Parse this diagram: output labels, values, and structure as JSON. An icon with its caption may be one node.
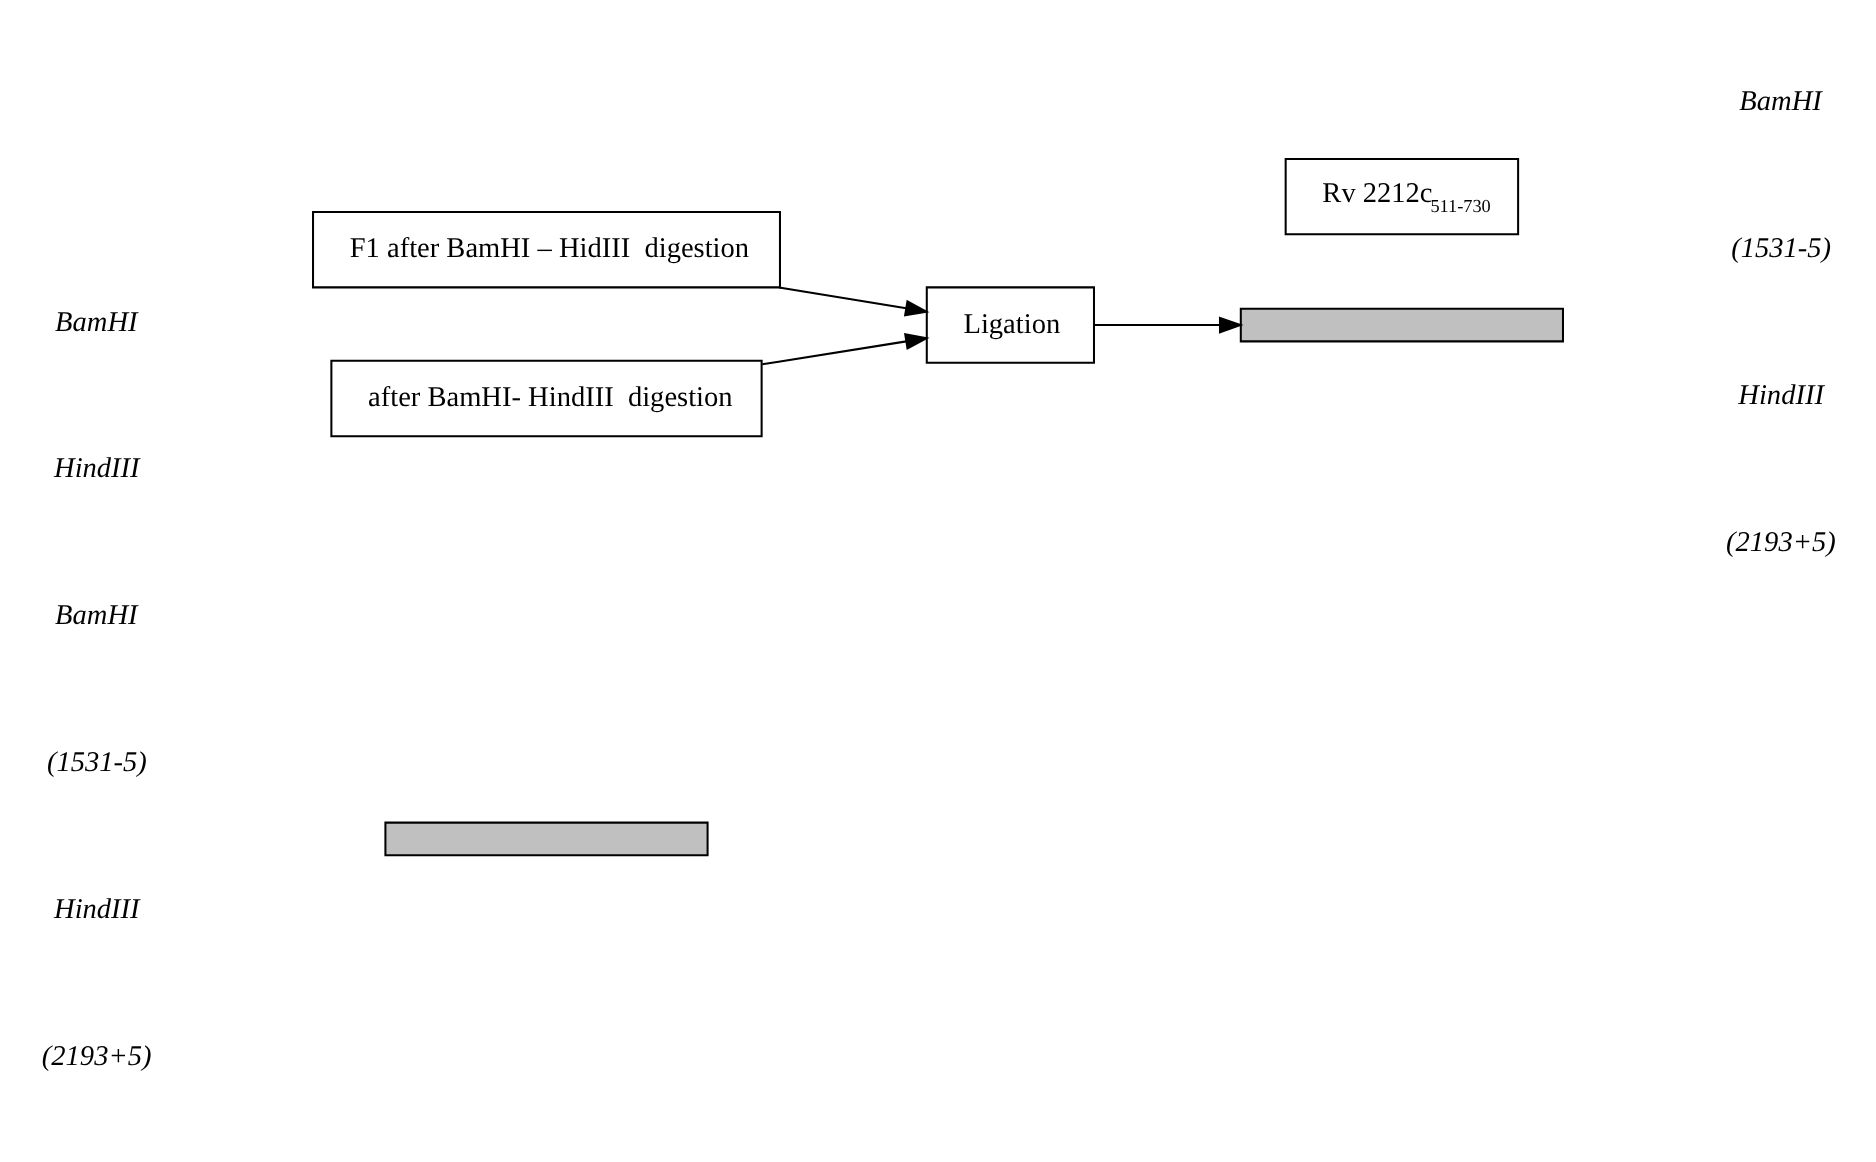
{
  "diagram": {
    "nodes": [
      {
        "text": [],
        "shape": "bar"
      },
      {
        "text": [
          "F1 after BamHI – HidIII  digestion"
        ]
      },
      {
        "text": [
          "Ligation"
        ]
      },
      {
        "text": [
          "after BamHI- HindIII  digestion"
        ]
      },
      {
        "text": [],
        "shape": "bar"
      },
      {
        "text": [
          "Rv 2212c$_{511-730}$"
        ]
      }
    ],
    "edges": [
      {
        "from": 1,
        "to": 2,
        "arrow": "to"
      },
      {
        "from": 3,
        "to": 2,
        "arrow": "to"
      },
      {
        "from": 2,
        "to": 4,
        "arrow": "to"
      }
    ],
    "labels": [
      "BamHI",
      "(1531-5)",
      "HindIII",
      "(2193+5)",
      "BamHI",
      "(1531-5)",
      "HindIII",
      "(2193+5)",
      "BamHI",
      "HindIII"
    ]
  }
}
